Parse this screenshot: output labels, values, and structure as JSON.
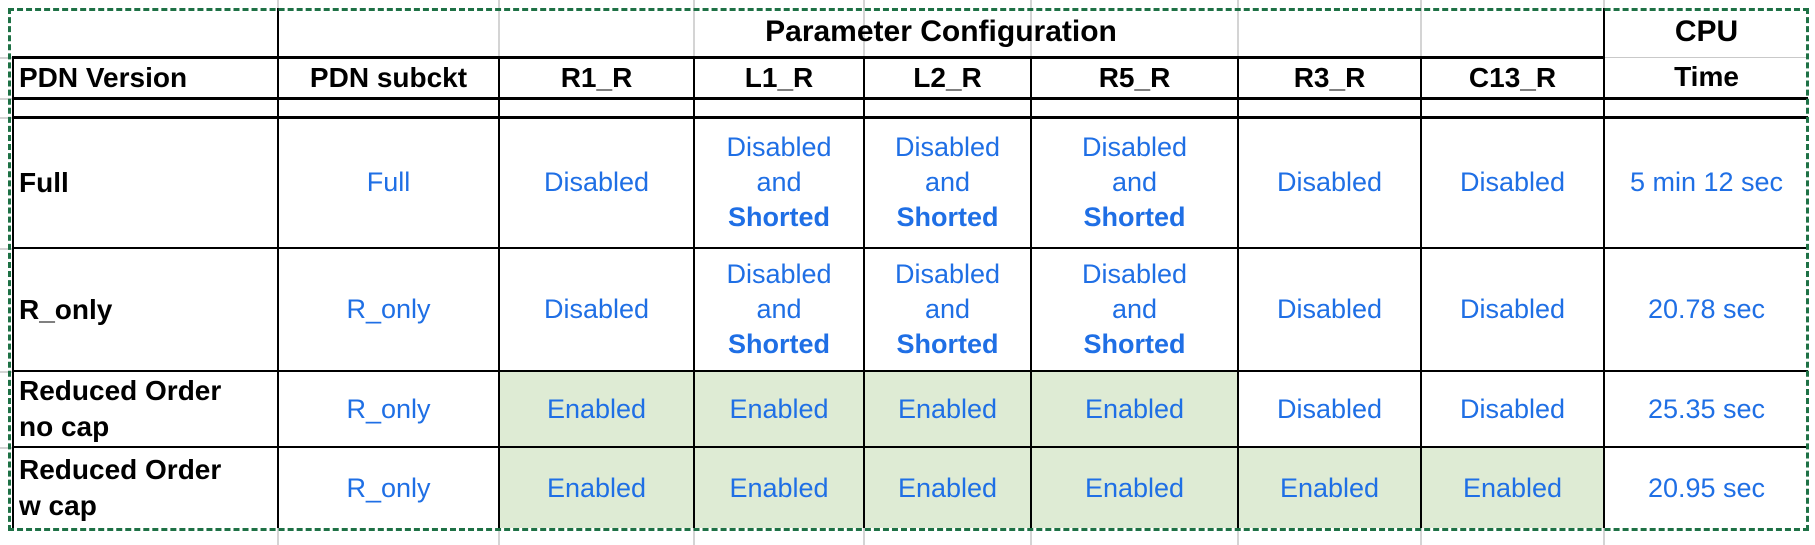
{
  "colors": {
    "data_text_blue": "#1f6fe5",
    "highlight_green": "#deebd4",
    "selection_marquee_green": "#1e7145",
    "table_border_black": "#000000",
    "spreadsheet_gridline_gray": "#d4d4d4"
  },
  "top_header": {
    "parameter_configuration": "Parameter Configuration",
    "cpu": "CPU"
  },
  "column_headers": {
    "pdn_version": "PDN Version",
    "pdn_subckt": "PDN subckt",
    "r1_r": "R1_R",
    "l1_r": "L1_R",
    "l2_r": "L2_R",
    "r5_r": "R5_R",
    "r3_r": "R3_R",
    "c13_r": "C13_R",
    "time": "Time"
  },
  "rows": [
    {
      "cells": [
        {
          "l1": "Full"
        },
        {
          "l1": "Full"
        },
        {
          "l1": "Disabled"
        },
        {
          "l1": "Disabled",
          "l2": "and",
          "l3": "Shorted"
        },
        {
          "l1": "Disabled",
          "l2": "and",
          "l3": "Shorted"
        },
        {
          "l1": "Disabled",
          "l2": "and",
          "l3": "Shorted"
        },
        {
          "l1": "Disabled"
        },
        {
          "l1": "Disabled"
        },
        {
          "l1": "5 min 12 sec"
        }
      ]
    },
    {
      "cells": [
        {
          "l1": "R_only"
        },
        {
          "l1": "R_only"
        },
        {
          "l1": "Disabled"
        },
        {
          "l1": "Disabled",
          "l2": "and",
          "l3": "Shorted"
        },
        {
          "l1": "Disabled",
          "l2": "and",
          "l3": "Shorted"
        },
        {
          "l1": "Disabled",
          "l2": "and",
          "l3": "Shorted"
        },
        {
          "l1": "Disabled"
        },
        {
          "l1": "Disabled"
        },
        {
          "l1": "20.78 sec"
        }
      ]
    },
    {
      "cells": [
        {
          "l1": "Reduced Order",
          "l2": "no cap"
        },
        {
          "l1": "R_only"
        },
        {
          "l1": "Enabled"
        },
        {
          "l1": "Enabled"
        },
        {
          "l1": "Enabled"
        },
        {
          "l1": "Enabled"
        },
        {
          "l1": "Disabled"
        },
        {
          "l1": "Disabled"
        },
        {
          "l1": "25.35 sec"
        }
      ]
    },
    {
      "cells": [
        {
          "l1": "Reduced Order",
          "l2": "w cap"
        },
        {
          "l1": "R_only"
        },
        {
          "l1": "Enabled"
        },
        {
          "l1": "Enabled"
        },
        {
          "l1": "Enabled"
        },
        {
          "l1": "Enabled"
        },
        {
          "l1": "Enabled"
        },
        {
          "l1": "Enabled"
        },
        {
          "l1": "20.95 sec"
        }
      ]
    }
  ]
}
